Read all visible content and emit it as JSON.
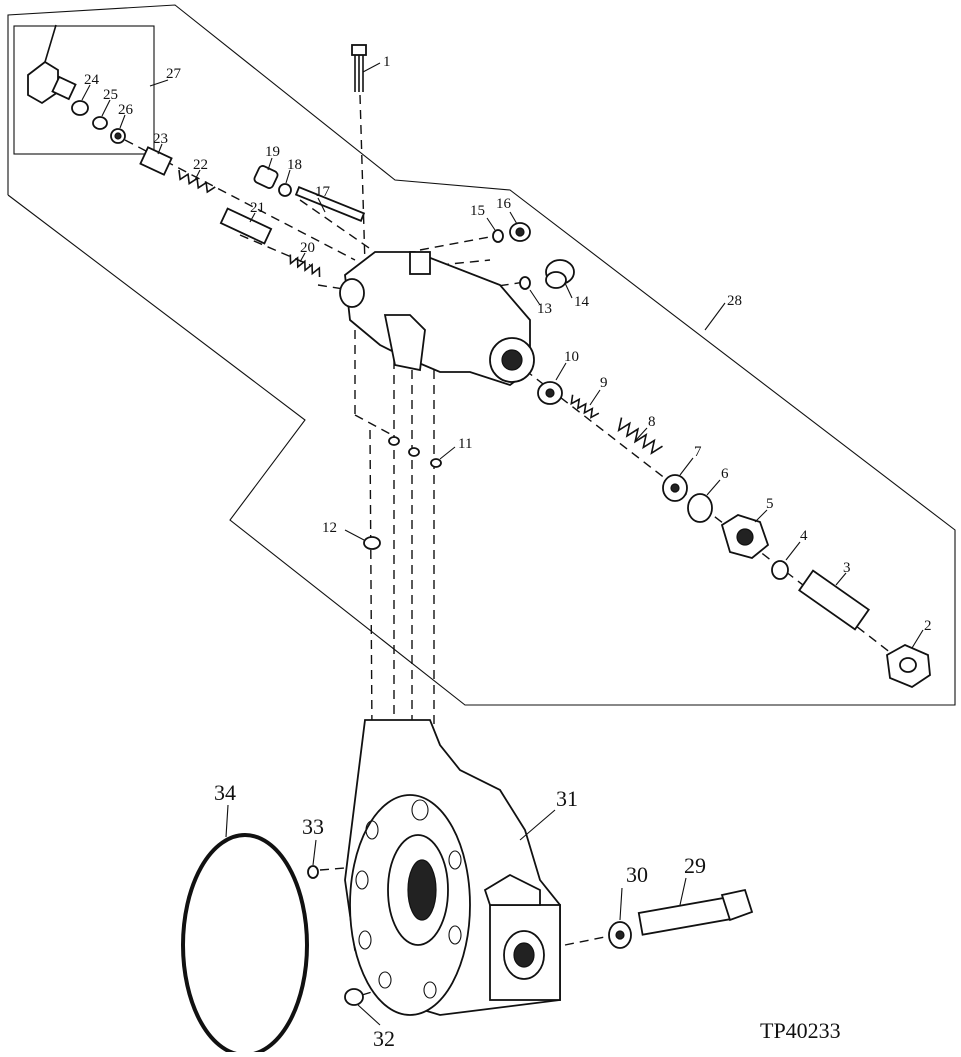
{
  "figure_id": "TP40233",
  "callouts": [
    "1",
    "2",
    "3",
    "4",
    "5",
    "6",
    "7",
    "8",
    "9",
    "10",
    "11",
    "12",
    "13",
    "14",
    "15",
    "16",
    "17",
    "18",
    "19",
    "20",
    "21",
    "22",
    "23",
    "24",
    "25",
    "26",
    "27",
    "28",
    "29",
    "30",
    "31",
    "32",
    "33",
    "34"
  ]
}
